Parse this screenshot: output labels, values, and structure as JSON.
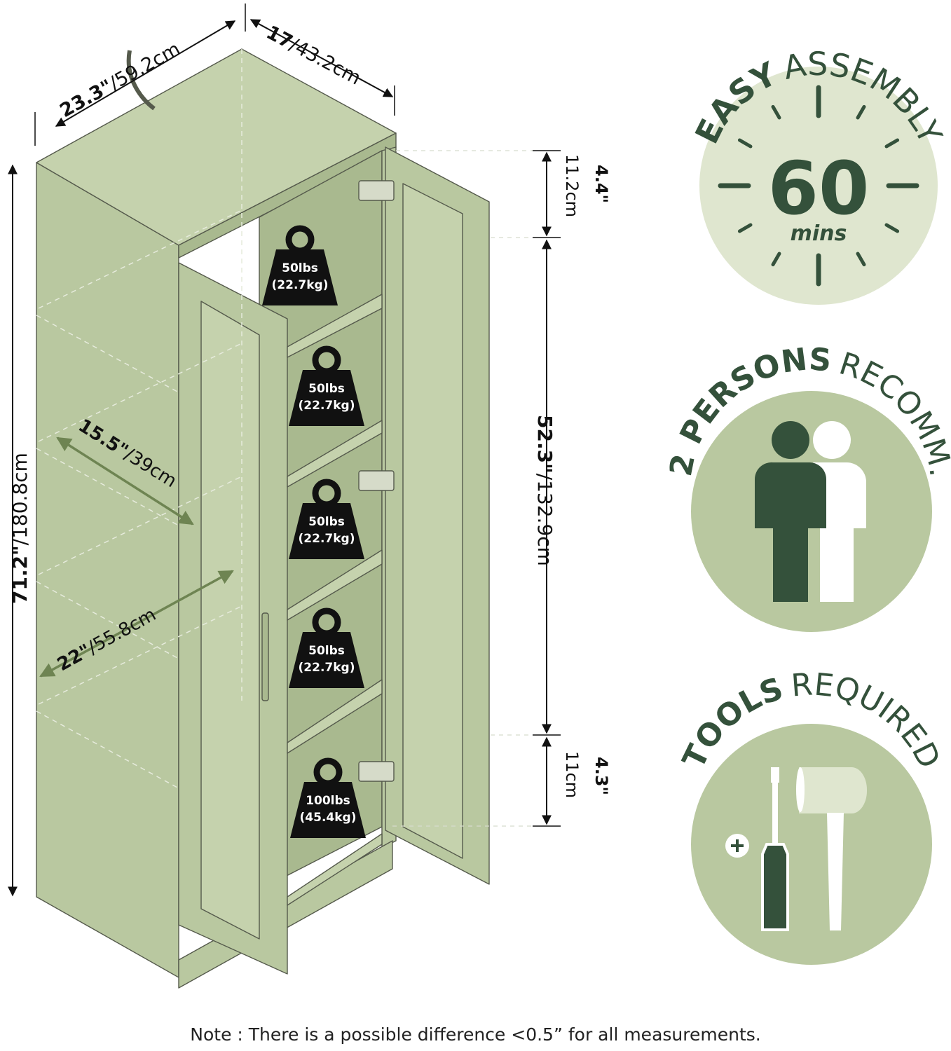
{
  "colors": {
    "panel": "#b9c8a0",
    "panel_light": "#c5d2ad",
    "panel_dark": "#a9b98f",
    "edge": "#555a4c",
    "circle_light": "#dfe6cf",
    "circle_mid": "#b9c8a0",
    "brand_dark": "#34513b",
    "arrow_green": "#6e8452"
  },
  "dimensions": {
    "width_in": "23.3\"",
    "width_cm": "/59.2cm",
    "depth_in": "17",
    "depth_cm": "/43.2cm",
    "height_in": "71.2\"",
    "height_cm": "/180.8cm",
    "inner_depth_in": "15.5\"",
    "inner_depth_cm": "/39cm",
    "inner_width_in": "22\"",
    "inner_width_cm": "/55.8cm",
    "top_gap_in": "4.4\"",
    "top_gap_cm": "11.2cm",
    "mid_in": "52.3\"",
    "mid_cm": "/132.9cm",
    "bottom_gap_in": "4.3\"",
    "bottom_gap_cm": "11cm"
  },
  "weights": [
    {
      "lbs": "50lbs",
      "kg": "(22.7kg)"
    },
    {
      "lbs": "50lbs",
      "kg": "(22.7kg)"
    },
    {
      "lbs": "50lbs",
      "kg": "(22.7kg)"
    },
    {
      "lbs": "50lbs",
      "kg": "(22.7kg)"
    },
    {
      "lbs": "100lbs",
      "kg": "(45.4kg)"
    }
  ],
  "badges": {
    "assembly": {
      "strong": "EASY",
      "light": "ASSEMBLY",
      "number": "60",
      "unit": "mins",
      "icon": "clock-icon"
    },
    "persons": {
      "strong": "2 PERSONS",
      "light": "RECOMM.",
      "icon": "two-persons-icon"
    },
    "tools": {
      "strong": "TOOLS",
      "light": "REQUIRED",
      "icon": "screwdriver-hammer-icon"
    }
  },
  "note": "Note : There is a possible difference <0.5” for all measurements."
}
